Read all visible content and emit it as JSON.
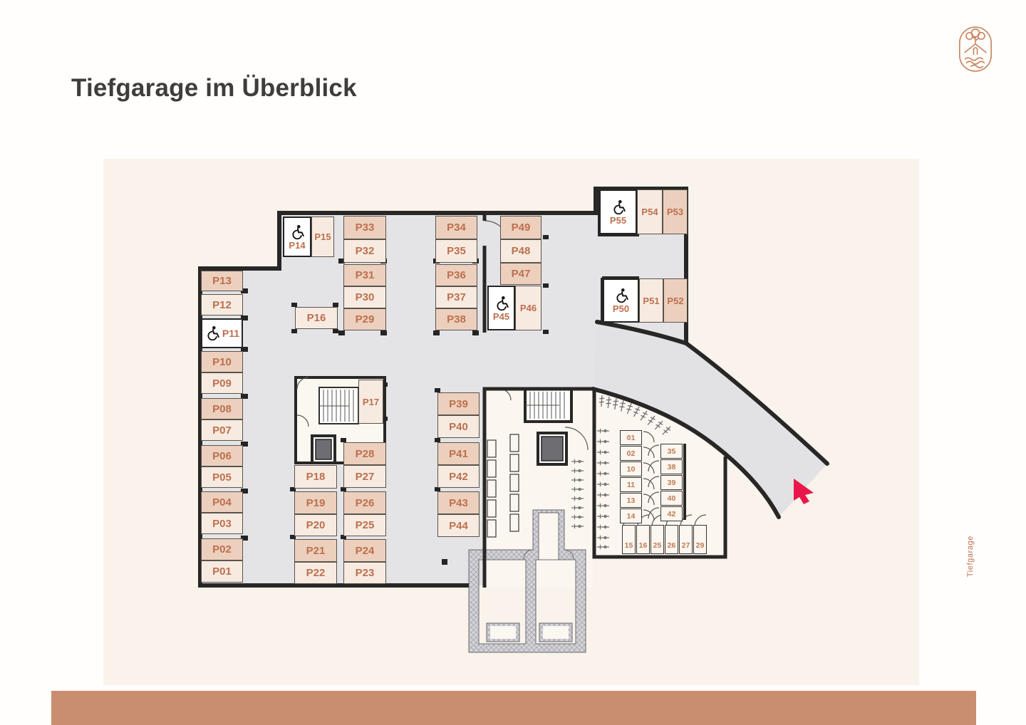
{
  "page": {
    "title": "Tiefgarage im Überblick",
    "side_label": "Tiefgarage"
  },
  "colors": {
    "accent": "#bd6f4e",
    "wall": "#282726",
    "floor": "#e4e3e6",
    "panel": "#f9f3eb",
    "spot_dark": "#ecd0bd",
    "spot_light": "#f7ebe1",
    "accessible_bg": "#ffffff",
    "footer": "#c88e6f",
    "arrow": "#e9164b"
  },
  "plan": {
    "parking_spots": [
      {
        "id": "P01",
        "label": "P01",
        "accessible": false
      },
      {
        "id": "P02",
        "label": "P02",
        "accessible": false
      },
      {
        "id": "P03",
        "label": "P03",
        "accessible": false
      },
      {
        "id": "P04",
        "label": "P04",
        "accessible": false
      },
      {
        "id": "P05",
        "label": "P05",
        "accessible": false
      },
      {
        "id": "P06",
        "label": "P06",
        "accessible": false
      },
      {
        "id": "P07",
        "label": "P07",
        "accessible": false
      },
      {
        "id": "P08",
        "label": "P08",
        "accessible": false
      },
      {
        "id": "P09",
        "label": "P09",
        "accessible": false
      },
      {
        "id": "P10",
        "label": "P10",
        "accessible": false
      },
      {
        "id": "P11",
        "label": "P11",
        "accessible": true
      },
      {
        "id": "P12",
        "label": "P12",
        "accessible": false
      },
      {
        "id": "P13",
        "label": "P13",
        "accessible": false
      },
      {
        "id": "P14",
        "label": "P14",
        "accessible": true
      },
      {
        "id": "P15",
        "label": "P15",
        "accessible": false
      },
      {
        "id": "P16",
        "label": "P16",
        "accessible": false
      },
      {
        "id": "P17",
        "label": "P17",
        "accessible": false
      },
      {
        "id": "P18",
        "label": "P18",
        "accessible": false
      },
      {
        "id": "P19",
        "label": "P19",
        "accessible": false
      },
      {
        "id": "P20",
        "label": "P20",
        "accessible": false
      },
      {
        "id": "P21",
        "label": "P21",
        "accessible": false
      },
      {
        "id": "P22",
        "label": "P22",
        "accessible": false
      },
      {
        "id": "P23",
        "label": "P23",
        "accessible": false
      },
      {
        "id": "P24",
        "label": "P24",
        "accessible": false
      },
      {
        "id": "P25",
        "label": "P25",
        "accessible": false
      },
      {
        "id": "P26",
        "label": "P26",
        "accessible": false
      },
      {
        "id": "P27",
        "label": "P27",
        "accessible": false
      },
      {
        "id": "P28",
        "label": "P28",
        "accessible": false
      },
      {
        "id": "P29",
        "label": "P29",
        "accessible": false
      },
      {
        "id": "P30",
        "label": "P30",
        "accessible": false
      },
      {
        "id": "P31",
        "label": "P31",
        "accessible": false
      },
      {
        "id": "P32",
        "label": "P32",
        "accessible": false
      },
      {
        "id": "P33",
        "label": "P33",
        "accessible": false
      },
      {
        "id": "P34",
        "label": "P34",
        "accessible": false
      },
      {
        "id": "P35",
        "label": "P35",
        "accessible": false
      },
      {
        "id": "P36",
        "label": "P36",
        "accessible": false
      },
      {
        "id": "P37",
        "label": "P37",
        "accessible": false
      },
      {
        "id": "P38",
        "label": "P38",
        "accessible": false
      },
      {
        "id": "P39",
        "label": "P39",
        "accessible": false
      },
      {
        "id": "P40",
        "label": "P40",
        "accessible": false
      },
      {
        "id": "P41",
        "label": "P41",
        "accessible": false
      },
      {
        "id": "P42",
        "label": "P42",
        "accessible": false
      },
      {
        "id": "P43",
        "label": "P43",
        "accessible": false
      },
      {
        "id": "P44",
        "label": "P44",
        "accessible": false
      },
      {
        "id": "P45",
        "label": "P45",
        "accessible": true
      },
      {
        "id": "P46",
        "label": "P46",
        "accessible": false
      },
      {
        "id": "P47",
        "label": "P47",
        "accessible": false
      },
      {
        "id": "P48",
        "label": "P48",
        "accessible": false
      },
      {
        "id": "P49",
        "label": "P49",
        "accessible": false
      },
      {
        "id": "P50",
        "label": "P50",
        "accessible": true
      },
      {
        "id": "P51",
        "label": "P51",
        "accessible": false
      },
      {
        "id": "P52",
        "label": "P52",
        "accessible": false
      },
      {
        "id": "P53",
        "label": "P53",
        "accessible": false
      },
      {
        "id": "P54",
        "label": "P54",
        "accessible": false
      },
      {
        "id": "P55",
        "label": "P55",
        "accessible": true
      }
    ],
    "storage_rooms": [
      {
        "number": "01"
      },
      {
        "number": "02"
      },
      {
        "number": "10"
      },
      {
        "number": "11"
      },
      {
        "number": "13"
      },
      {
        "number": "14"
      },
      {
        "number": "35"
      },
      {
        "number": "38"
      },
      {
        "number": "39"
      },
      {
        "number": "40"
      },
      {
        "number": "42"
      },
      {
        "number": "15"
      },
      {
        "number": "16"
      },
      {
        "number": "25"
      },
      {
        "number": "26"
      },
      {
        "number": "27"
      },
      {
        "number": "29"
      }
    ]
  }
}
